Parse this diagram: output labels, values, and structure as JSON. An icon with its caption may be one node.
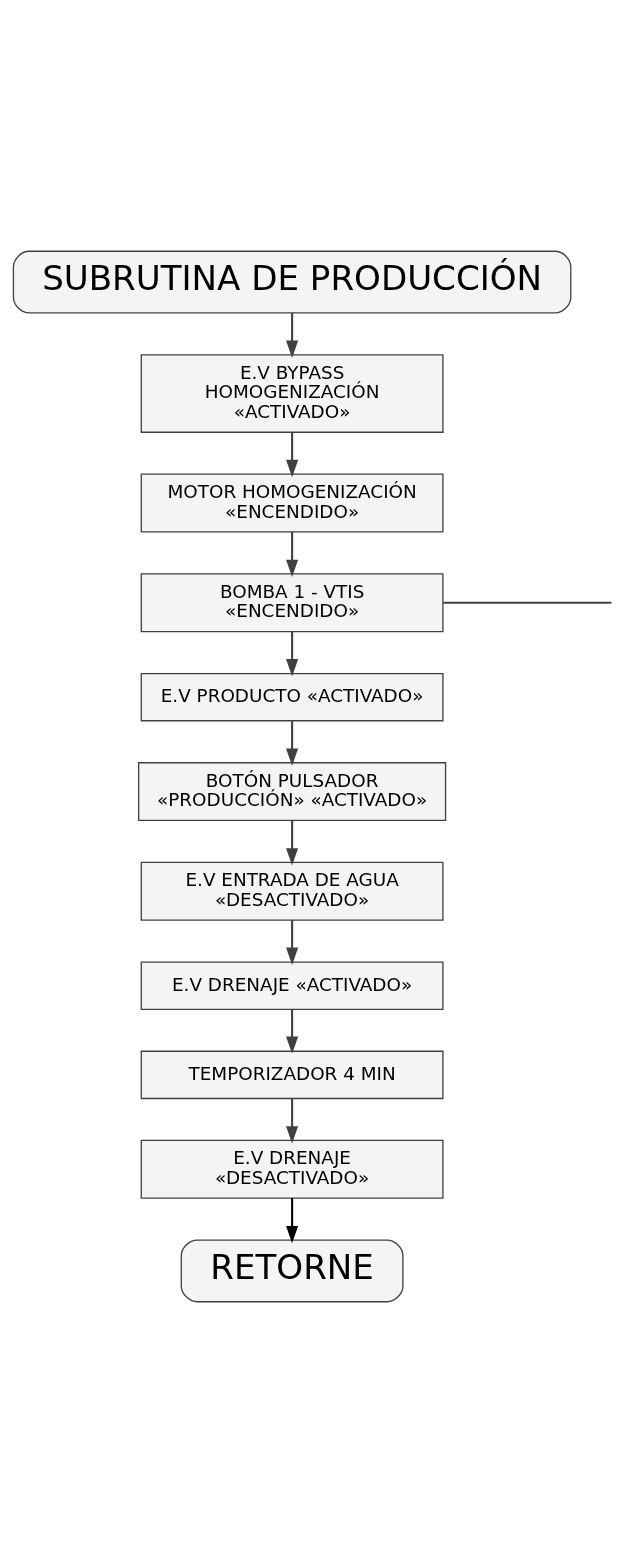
{
  "diagram": {
    "nodes": [
      {
        "text": [
          "SUBRUTINA DE PRODUCCIÓN"
        ]
      },
      {
        "text": [
          "E.V BYPASS HOMOGENIZACIÓN «ACTIVADO»"
        ]
      },
      {
        "text": [
          "MOTOR HOMOGENIZACIÓN «ENCENDIDO»"
        ]
      },
      {
        "text": [
          "BOMBA 1 - VTIS «ENCENDIDO»"
        ]
      },
      {
        "text": [
          "E.V PRODUCTO «ACTIVADO»"
        ]
      },
      {
        "text": [
          "BOTÓN PULSADOR «PRODUCCIÓN» «ACTIVADO»"
        ]
      },
      {
        "text": [
          "E.V ENTRADA DE AGUA «DESACTIVADO»"
        ]
      },
      {
        "text": [
          "E.V DRENAJE «ACTIVADO»"
        ]
      },
      {
        "text": [
          "TEMPORIZADOR 4 MIN"
        ]
      },
      {
        "text": [
          "E.V DRENAJE «DESACTIVADO»"
        ]
      },
      {
        "text": [
          "RETORNE"
        ]
      }
    ],
    "edges": [
      {
        "from": 0,
        "to": 1,
        "arrow": "to"
      },
      {
        "from": 1,
        "to": 2,
        "arrow": "to"
      },
      {
        "from": 2,
        "to": 3,
        "arrow": "to"
      },
      {
        "from": 3,
        "to": 4,
        "arrow": "to"
      },
      {
        "from": 4,
        "to": 5,
        "arrow": "to"
      },
      {
        "from": 5,
        "to": 6,
        "arrow": "to"
      },
      {
        "from": 6,
        "to": 7,
        "arrow": "to"
      },
      {
        "from": 7,
        "to": 8,
        "arrow": "to"
      },
      {
        "from": 8,
        "to": 9,
        "arrow": "to"
      },
      {
        "from": 9,
        "to": 10,
        "arrow": "to",
        "color": "#000000"
      },
      {
        "from": 3,
        "to": null,
        "arrow": "none"
      }
    ]
  }
}
